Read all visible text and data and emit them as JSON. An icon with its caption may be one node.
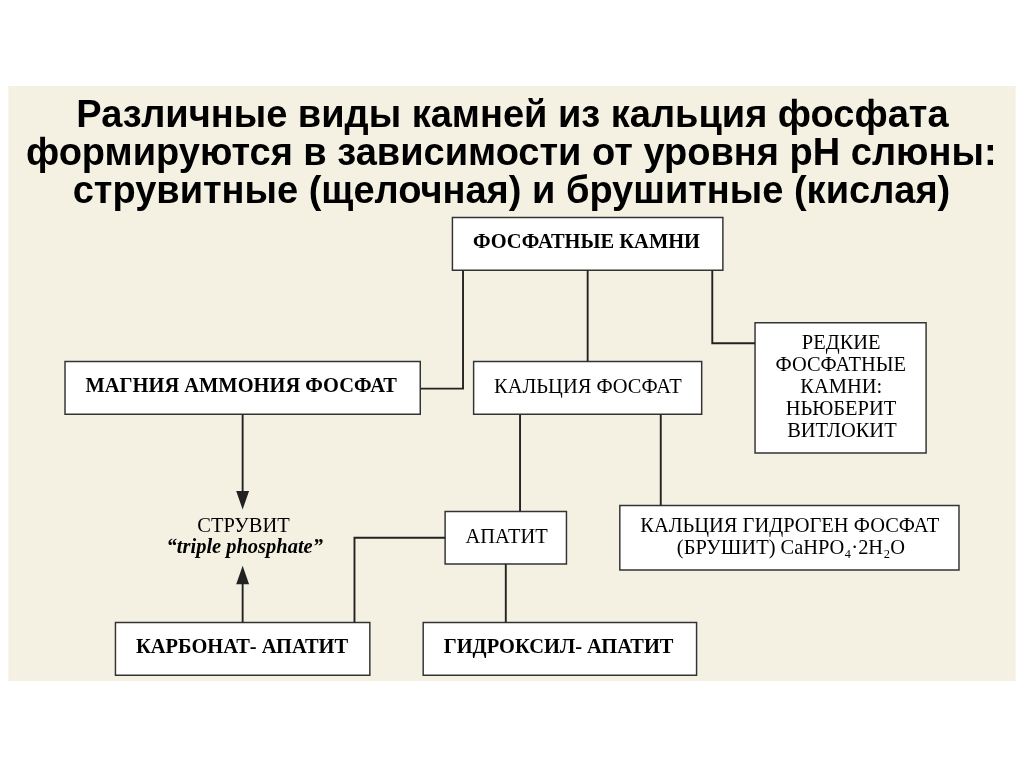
{
  "diagram": {
    "title": "Различные виды камней из кальция фосфата формируются в зависимости от уровня pH слюны: струвитные (щелочная) и брушитные (кислая)",
    "nodes": [
      {
        "text": [
          "ФОСФАТНЫЕ КАМНИ"
        ]
      },
      {
        "text": [
          "МАГНИЯ АММОНИЯ ФОСФАТ"
        ]
      },
      {
        "text": [
          "КАЛЬЦИЯ ФОСФАТ"
        ]
      },
      {
        "text": [
          "РЕДКИЕ ФОСФАТНЫЕ КАМНИ: НЬЮБЕРИТ ВИТЛОКИТ"
        ]
      },
      {
        "text": [
          "СТРУВИТ",
          "“triple phosphate”"
        ]
      },
      {
        "text": [
          "АПАТИТ"
        ]
      },
      {
        "text": [
          "КАЛЬЦИЯ ГИДРОГЕН ФОСФАТ (БРУШИТ) CaHPO₄·2H₂O"
        ]
      },
      {
        "text": [
          "КАРБОНАТ- АПАТИТ"
        ]
      },
      {
        "text": [
          "ГИДРОКСИЛ- АПАТИТ"
        ]
      }
    ],
    "edges": [
      {
        "from": 0,
        "to": 1,
        "arrow": "none"
      },
      {
        "from": 0,
        "to": 2,
        "arrow": "none"
      },
      {
        "from": 0,
        "to": 3,
        "arrow": "none"
      },
      {
        "from": 1,
        "to": 4,
        "arrow": "to"
      },
      {
        "from": 7,
        "to": 4,
        "arrow": "to"
      },
      {
        "from": 2,
        "to": 5,
        "arrow": "none"
      },
      {
        "from": 2,
        "to": 6,
        "arrow": "none"
      },
      {
        "from": 5,
        "to": 7,
        "arrow": "none"
      },
      {
        "from": 5,
        "to": 8,
        "arrow": "none"
      }
    ]
  }
}
